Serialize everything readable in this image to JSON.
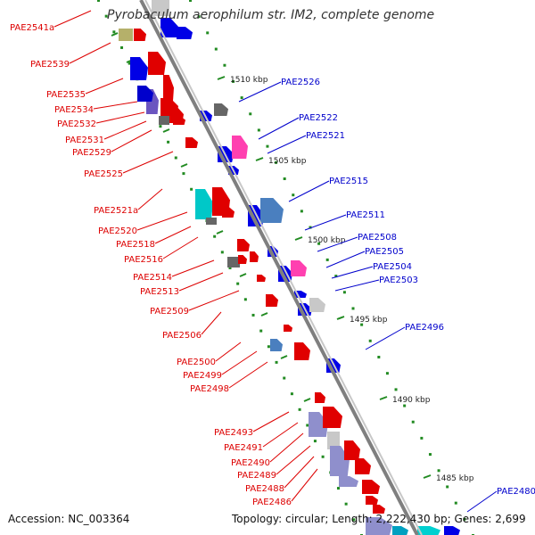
{
  "title": "Pyrobaculum aerophilum str. IM2, complete genome",
  "accession_text": "Accession: NC_003364",
  "summary_text": "Topology: circular; Length: 2,222,430 bp; Genes: 2,699",
  "colors": {
    "left_label": "#dd0000",
    "right_label": "#0000cc",
    "tick": "#228b22",
    "backbone_dark": "#7f7f7f",
    "backbone_light": "#c8c8c8"
  },
  "kbp_labels": [
    "1510 kbp",
    "1505 kbp",
    "1500 kbp",
    "1495 kbp",
    "1490 kbp",
    "1485 kbp"
  ],
  "left_genes": [
    "PAE2541a",
    "PAE2539",
    "PAE2535",
    "PAE2534",
    "PAE2532",
    "PAE2531",
    "PAE2529",
    "PAE2525",
    "PAE2521a",
    "PAE2520",
    "PAE2518",
    "PAE2516",
    "PAE2514",
    "PAE2513",
    "PAE2509",
    "PAE2506",
    "PAE2500",
    "PAE2499",
    "PAE2498",
    "PAE2493",
    "PAE2491",
    "PAE2490",
    "PAE2489",
    "PAE2488",
    "PAE2486"
  ],
  "right_genes": [
    "PAE2526",
    "PAE2522",
    "PAE2521",
    "PAE2515",
    "PAE2511",
    "PAE2508",
    "PAE2505",
    "PAE2504",
    "PAE2503",
    "PAE2496",
    "PAE2480"
  ]
}
